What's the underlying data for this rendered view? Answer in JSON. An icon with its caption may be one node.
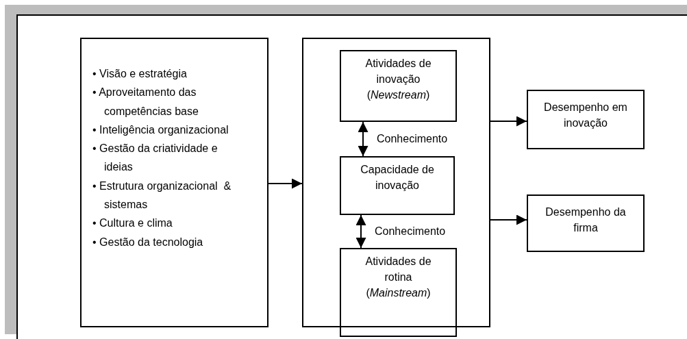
{
  "diagram": {
    "nodes": [
      {
        "text": [
          "• Visão e estratégia",
          "• Aproveitamento das competências base",
          "• Inteligência organizacional",
          "• Gestão da criatividade e ideias",
          "• Estrutura organizacional  & sistemas",
          "• Cultura e clima",
          "• Gestão da tecnologia"
        ]
      },
      {
        "text": [],
        "shape": "box"
      },
      {
        "text": [
          "Atividades de inovação (*Newstream*)"
        ],
        "in": 1
      },
      {
        "text": [
          "Capacidade de inovação"
        ],
        "in": 1
      },
      {
        "text": [
          "Atividades de rotina (*Mainstream*)"
        ],
        "in": 1
      },
      {
        "text": [
          "Desempenho em inovação"
        ]
      },
      {
        "text": [
          "Desempenho da firma"
        ]
      }
    ],
    "edges": [
      {
        "from": 0,
        "to": 1,
        "arrow": "to"
      },
      {
        "from": 2,
        "to": 3,
        "arrow": "both",
        "label": "Conhecimento"
      },
      {
        "from": 3,
        "to": 4,
        "arrow": "both",
        "label": "Conhecimento"
      },
      {
        "from": 1,
        "to": 5,
        "arrow": "to"
      },
      {
        "from": 1,
        "to": 6,
        "arrow": "to"
      }
    ]
  }
}
